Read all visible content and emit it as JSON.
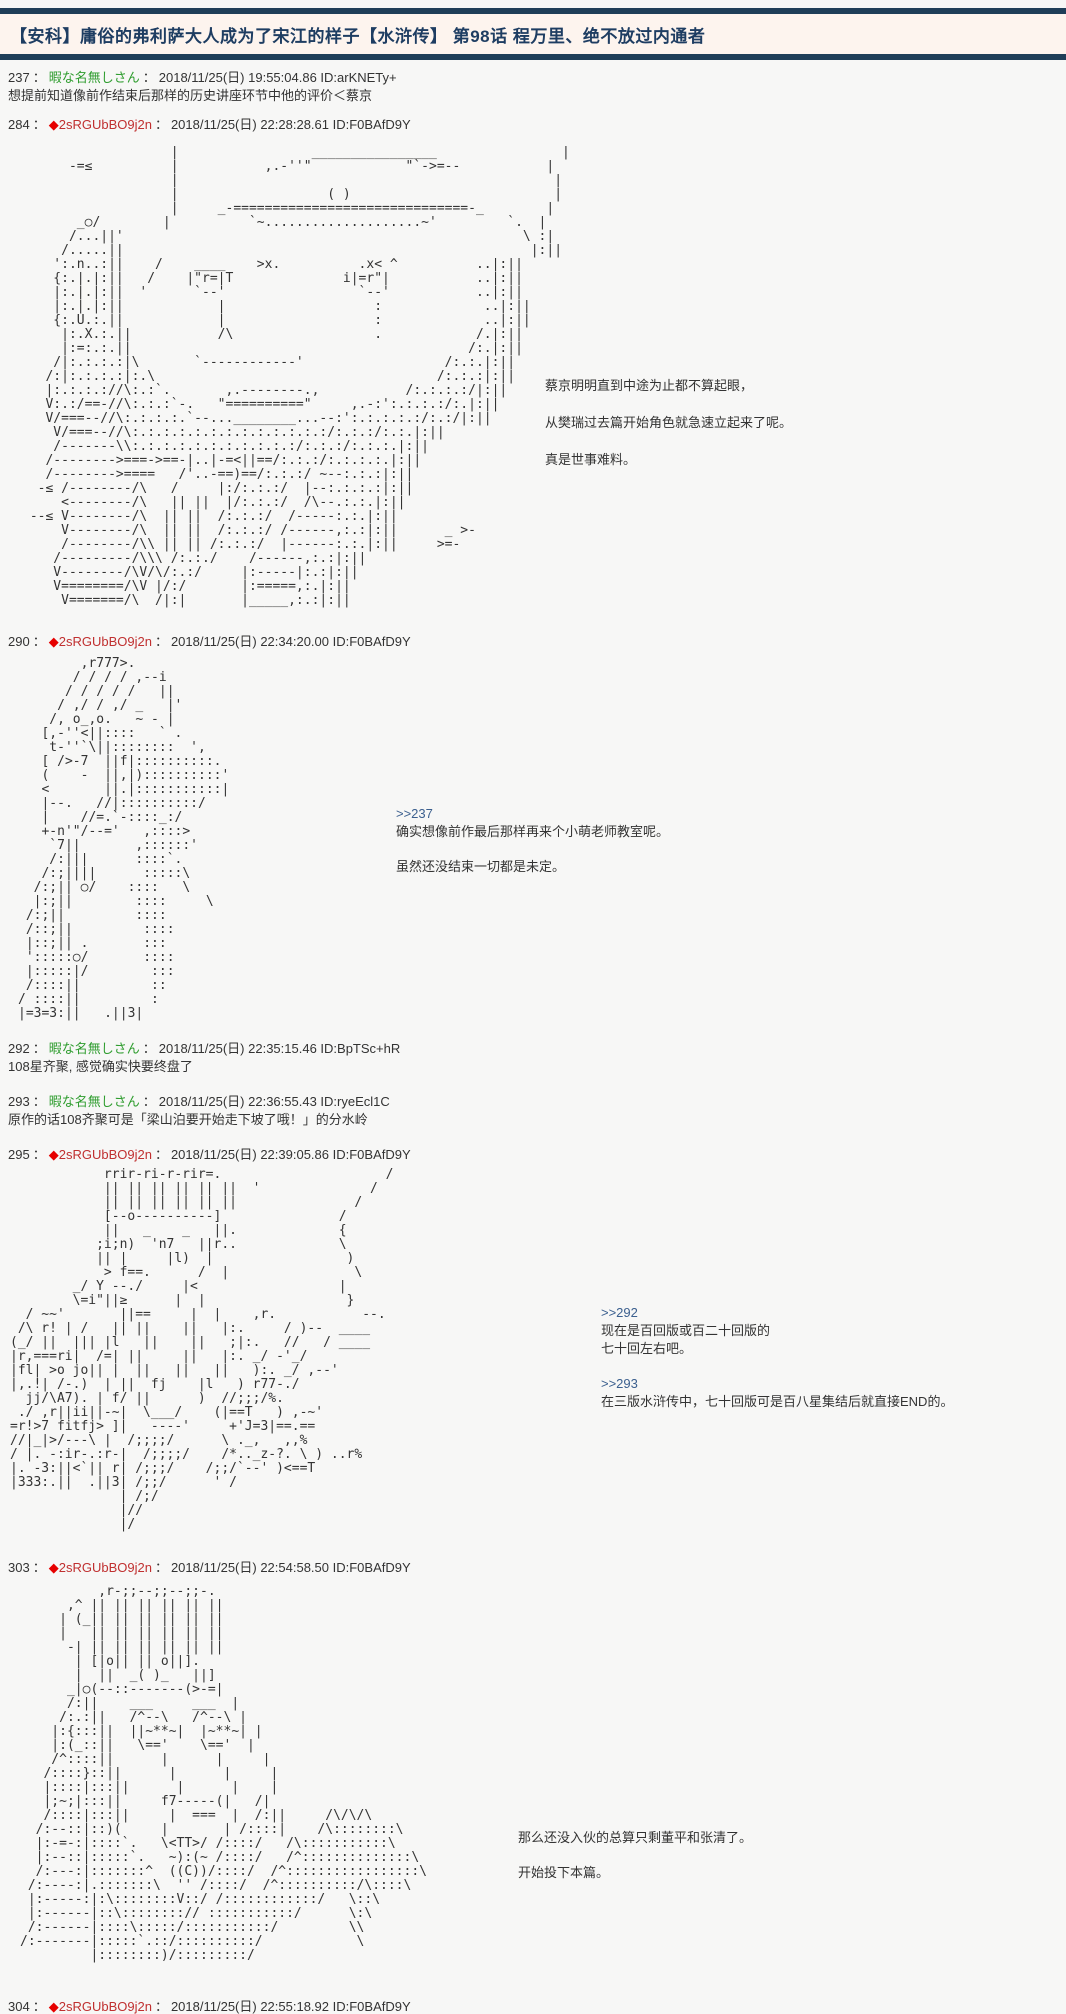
{
  "header": {
    "title": "【安科】庸俗的弗利萨大人成为了宋江的样子【水浒传】 第98话 程万里、绝不放过内通者"
  },
  "ui": {
    "sep": "：",
    "diamond": "◆"
  },
  "colors": {
    "accent_bar": "#1f3e58",
    "title_text": "#1e3d62",
    "title_bg": "#fdf4ee",
    "name_green": "#2f9d2f",
    "tripcode_red": "#c03030",
    "anchor_blue": "#3b5f8e",
    "page_bg": "#f7f7f6"
  },
  "posts": [
    {
      "num": "237",
      "name": "暇な名無しさん",
      "meta": "2018/11/25(日) 19:55:04.86 ID:arKNETy+",
      "body": "想提前知道像前作结束后那样的历史讲座环节中他的评价＜蔡京"
    },
    {
      "num": "284",
      "name": "2sRGUbBO9j2n",
      "meta": "2018/11/25(日) 22:28:28.61 ID:F0BAfD9Y",
      "aa": "                   |                 ________________                |\n      -=≤          |           ,.-''\"            \"`->=--           |\n                   |                                                |\n                   |                   ( )                          |\n                   |     _-==============================-_        |\n       _○/        |          `~....................~'         `.  |\n      /...||'                                                   \\ :|\n     /.....||                                                    |:||\n    ':.n..:||    /    ____    >x.          .x< ^          ..|:||\n    {:.|.|:||   /    |\"r=|T              i|=r\"|           ..|:||\n    |:.|.|:||  '      `--'                 `--'           ..|:||\n    |:.|.|:||            |                   :             ..|:||\n    {:.U.:.||            |                   :             ..|:||\n     |:.X.:.||           /\\                  .            /.|:||\n     |:=:.:.||                                           /:.|:||\n    /|:.:.:.:|\\       `------------'                  /:.:.|:||\n   /:|:.:.:.:|:.\\                                    /:.:.:|:||\n   |:.:.:.://\\:.:`.       ,.--------.,           /:.:.:.:/|:||\n   V:.:/==-//\\:.:.:`-.   \"==========\"     ,.-:':.:.:.:/:.|:||\n   V/===--//\\:.:.:.:.`--...________...--:':.:.:.:.:/:.:/|:||\n    V/===--//\\:.:.:.:.:.:.:.:.:.:.:.:.:/:.:.:/:.:.|:||\n    /-------\\\\:.:.:.:.:.:.:.:.:.:.:/:.:.:/:.:.:.|:||\n   /-------->===->==-|..|-=<||==/:.:.:/:.:.:.:.|:||\n   /-------->====   /'..-==)==/:.:.:/ ~--:.:.:|:||\n  -≤ /--------/\\   /     |:/:.:.:/  |--:.:.:.:|:||\n     <--------/\\   || ||  |/:.:.:/  /\\--.:.:.|:||\n --≤ V--------/\\  || ||  /:.:.:/  /-----:.:.|:||\n     V--------/\\  || ||  /:.:.:/ /------,:.:|:||      _ >-\n     /--------/\\\\ || || /:.:.:/  |------:.:.|:||     >=-\n    /---------/\\\\\\ /:.:./    /------,:.:|:||\n    V--------/\\V/\\/:.:/     |:-----|:.:|:||\n    V========/\\V |/:/       |:=====,:.|:||\n     V=======/\\  /|:|       |_____,:.:|:||",
      "sides": [
        {
          "lines": [
            "蔡京明明直到中途为止都不算起眼，"
          ]
        },
        {
          "lines": [
            "从樊瑞过去篇开始角色就急速立起来了呢。"
          ]
        },
        {
          "lines": [
            " 真是世事难料。"
          ]
        }
      ]
    },
    {
      "num": "290",
      "name": "2sRGUbBO9j2n",
      "meta": "2018/11/25(日) 22:34:20.00 ID:F0BAfD9Y",
      "aa": "        ,r777>.\n       / / / / ,--i\n      / / / / /   ||\n     / ,/ / ,/ _   |'\n    /, o_,o.   ~ - |\n   [,-''<||::::   ` .\n    t-''`\\||::::::::  ',\n   [ />-7  ||f|::::::::::.\n   (    -  ||,|)::::::::::'\n   <       ||.|:::::::::::|\n   |--.   //|::::::::::/\n   |    //=.`-::::_:/\n   +-n'\"/--='   ,::::>\n    `7||       ,::::::'\n    /:|||      ::::`.\n   /:;||||      :::::\\\n  /:;|| ○/    ::::   \\\n  |:;||        ::::     \\\n /:;||         ::::\n /::;||         ::::\n |::;|| .       :::\n ':::::○/       ::::\n |:::::|/        :::\n /::::||         ::\n/ ::::||         :\n|=3=3:||   .||3|",
      "sides": [
        {
          "anchor": ">>237",
          "lines": [
            "确实想像前作最后那样再来个小萌老师教室呢。"
          ]
        },
        {
          "lines": [
            " 虽然还没结束一切都是未定。"
          ]
        }
      ]
    },
    {
      "num": "292",
      "name": "暇な名無しさん",
      "meta": "2018/11/25(日) 22:35:15.46 ID:BpTSc+hR",
      "body": "108星齐聚, 感觉确实快要终盘了"
    },
    {
      "num": "293",
      "name": "暇な名無しさん",
      "meta": "2018/11/25(日) 22:36:55.43 ID:ryeEcl1C",
      "body": "原作的话108齐聚可是「梁山泊要开始走下坡了哦！」的分水岭"
    },
    {
      "num": "295",
      "name": "2sRGUbBO9j2n",
      "meta": "2018/11/25(日) 22:39:05.86 ID:F0BAfD9Y",
      "aa": "            rrir-ri-r-rir=.                     /\n            || || || || || ||  '              /\n            || || || || || ||               /\n            [--o----------]               /\n            ||   _    _   ||.             {\n           ;i;n)  'n7   ||r..             \\\n           || |     |l)  |                 )\n            > f==.      /  |                \\\n        _/ Y --./     |<                  |\n        \\=i\"||≥      |  |                  }\n  / ~~'       ||==     |  |    ,r.           --.\n /\\ r! | /   || ||    ||   |:.     / )--  ____\n(_/ ||  ||| |l   ||    ||   ;|:.   //   / ____\n|r,===ri|  /=| ||     ||   |:. _/ -'_/\n|fl| >o jo|| |  ||   ||   ||   ):. _/ ,--'\n|,.!| /-.)  | ||  fj    |l   ) r77-./\n  jj/\\A7). | f/ ||      )  //;;;/%.\n ./ ,r||ii||-~|  \\___/    (|==T   ) ,-~'\n=r!>7 fitfj> ]|   ----'     +'J=3|==.==\n//|_|>/---\\ |  /;;;;/      \\ ._,   ,,%\n/ |. -:ir-.:r-|  /;;;;/    /*.._z-?. \\ ) ..r%\n|. -3:||<`|| r| /;;;/    /;;/`--' )<==T\n|333:.||  .||3| /;;/      ' /\n              | /;/\n              |//\n              |/",
      "sides": [
        {
          "anchor": ">>292",
          "lines": [
            "现在是百回版或百二十回版的",
            " 七十回左右吧。"
          ]
        },
        {
          "anchor": ">>293",
          "lines": [
            "在三版水浒传中，七十回版可是百八星集结后就直接END的。"
          ]
        }
      ]
    },
    {
      "num": "303",
      "name": "2sRGUbBO9j2n",
      "meta": "2018/11/25(日) 22:54:58.50 ID:F0BAfD9Y",
      "aa": "          ,r-;;--;;--;;-.\n      ,^ || || || || || ||\n     | (_|| || || || || ||\n     |   || || || || || ||\n      -| || || || || || ||\n       | [|o|| || o||].\n       |  ||  _( )_   ||]\n      _|○(--::-------(>-=|\n      /:||    ___     ___  |\n     /:.:||   /^--\\   /^--\\ |\n    |:{:::||  ||~**~|  |~**~| |\n    |:(_::||   \\=='    \\=='  |\n    /^::::||      |      |     |\n   /::::}::||      |      |     |\n   |::::|:::||      |      |    |\n   |;~;|:::||     f7-----(|   /|\n   /::::|:::||     |  ===  |  /:||     /\\/\\/\\\n  /:--::|::)(     |       | /::::|    /\\::::::::\\\n  |:-=-:|::::`.   \\<TT>/ /::::/   /\\:::::::::::\\\n  |:--::|:::::`.   ~):(~ /::::/   /^::::::::::::::\\\n  /:---:|:::::::^  ((C))/::::/  /^:::::::::::::::::\\\n /:----:|.:::::::\\  '' /::::/  /^::::::::::/\\::::\\\n |:-----:|:\\::::::::V::/ /::::::::::::/   \\::\\\n |:------|::\\::::::::// :::::::::::/      \\:\\\n /:------|::::\\:::::/:::::::::::/         \\\\\n/:-------|:::::`.::/::::::::::/            \\\n         |::::::::)/:::::::::/",
      "sides": [
        {
          "lines": [
            "那么还没入伙的总算只剩董平和张清了。"
          ]
        },
        {
          "lines": [
            " 开始投下本篇。"
          ]
        }
      ]
    },
    {
      "num": "304",
      "name": "2sRGUbBO9j2n",
      "meta": "2018/11/25(日) 22:55:18.92 ID:F0BAfD9Y"
    }
  ]
}
